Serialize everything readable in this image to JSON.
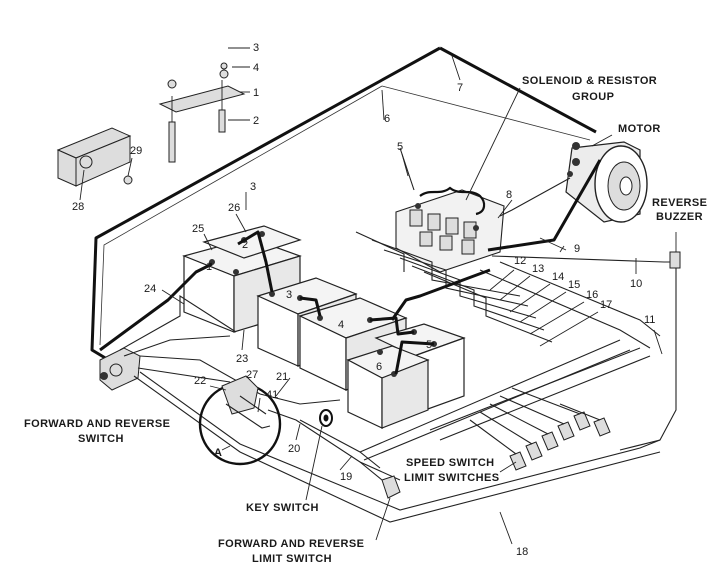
{
  "labels": {
    "solenoid_line1": "SOLENOID & RESISTOR",
    "solenoid_line2": "GROUP",
    "motor": "MOTOR",
    "reverse_line1": "REVERSE",
    "reverse_line2": "BUZZER",
    "forward_switch_line1": "FORWARD AND REVERSE",
    "forward_switch_line2": "SWITCH",
    "key_switch": "KEY SWITCH",
    "limit_switch_line1": "FORWARD AND REVERSE",
    "limit_switch_line2": "LIMIT SWITCH",
    "speed_switch_line1": "SPEED SWITCH",
    "speed_switch_line2": "LIMIT SWITCHES",
    "detail_a": "A"
  },
  "numbers": {
    "n1": "1",
    "n2": "2",
    "n3a": "3",
    "n4": "4",
    "n5": "5",
    "n6": "6",
    "n7": "7",
    "n8": "8",
    "n9": "9",
    "n10": "10",
    "n11": "11",
    "n12": "12",
    "n13": "13",
    "n14": "14",
    "n15": "15",
    "n16": "16",
    "n17": "17",
    "n18": "18",
    "n19": "19",
    "n20": "20",
    "n21": "21",
    "n22": "22",
    "n23": "23",
    "n24": "24",
    "n25": "25",
    "n26": "26",
    "n27": "27",
    "n28": "28",
    "n29": "29",
    "n3b": "3",
    "n41": "41"
  },
  "battery_numbers": {
    "b1": "1",
    "b2": "2",
    "b3": "3",
    "b4": "4",
    "b5": "5",
    "b6": "6"
  }
}
